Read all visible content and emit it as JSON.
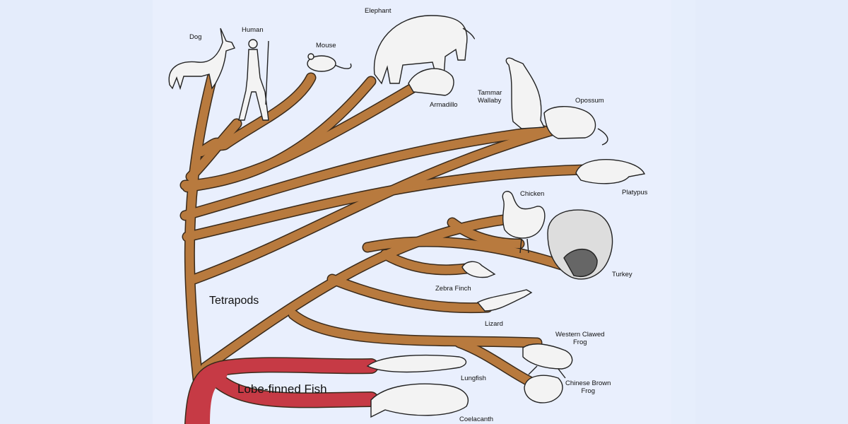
{
  "groups": {
    "tetrapods": "Tetrapods",
    "lobe_finned": "Lobe-finned Fish"
  },
  "species": [
    {
      "key": "dog",
      "label": "Dog",
      "icon": "dog-icon"
    },
    {
      "key": "human",
      "label": "Human",
      "icon": "human-icon"
    },
    {
      "key": "mouse",
      "label": "Mouse",
      "icon": "mouse-icon"
    },
    {
      "key": "elephant",
      "label": "Elephant",
      "icon": "elephant-icon"
    },
    {
      "key": "armadillo",
      "label": "Armadillo",
      "icon": "armadillo-icon"
    },
    {
      "key": "tammar_wallaby",
      "label": "Tammar\nWallaby",
      "icon": "wallaby-icon"
    },
    {
      "key": "opossum",
      "label": "Opossum",
      "icon": "opossum-icon"
    },
    {
      "key": "platypus",
      "label": "Platypus",
      "icon": "platypus-icon"
    },
    {
      "key": "chicken",
      "label": "Chicken",
      "icon": "chicken-icon"
    },
    {
      "key": "turkey",
      "label": "Turkey",
      "icon": "turkey-icon"
    },
    {
      "key": "zebra_finch",
      "label": "Zebra Finch",
      "icon": "finch-icon"
    },
    {
      "key": "lizard",
      "label": "Lizard",
      "icon": "lizard-icon"
    },
    {
      "key": "western_clawed_frog",
      "label": "Western Clawed\nFrog",
      "icon": "frog-icon"
    },
    {
      "key": "chinese_brown_frog",
      "label": "Chinese Brown\nFrog",
      "icon": "frog-icon"
    },
    {
      "key": "lungfish",
      "label": "Lungfish",
      "icon": "lungfish-icon"
    },
    {
      "key": "coelacanth",
      "label": "Coelacanth",
      "icon": "coelacanth-icon"
    }
  ],
  "colors": {
    "tetrapod_branch": "#b87a3e",
    "fish_branch": "#c63a45",
    "outline": "#3a2a1a",
    "background": "#e9effd"
  }
}
